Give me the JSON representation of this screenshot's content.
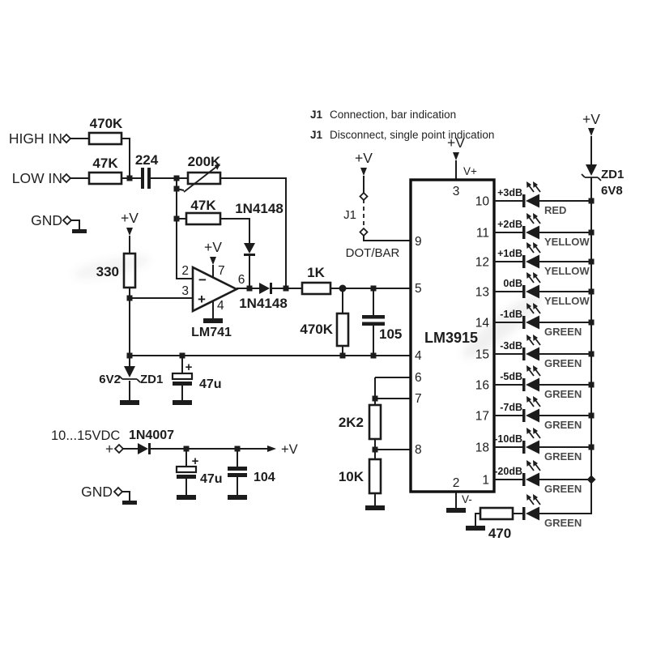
{
  "symbols": {
    "vcc": "+V",
    "plus": "+",
    "minus": "−"
  },
  "legend": {
    "row1": {
      "ref": "J1",
      "text": "Connection, bar indication"
    },
    "row2": {
      "ref": "J1",
      "text": "Disconnect, single point indication"
    }
  },
  "inputs": {
    "high": {
      "label": "HIGH IN",
      "resistor": "470K"
    },
    "low": {
      "label": "LOW IN",
      "resistor": "47K"
    },
    "coupling_cap": "224",
    "gnd": "GND"
  },
  "preamp": {
    "pot": "200K",
    "feedback_resistor": "47K",
    "feedback_diode": "1N4148",
    "opamp": {
      "name": "LM741",
      "pin_inv": "2",
      "pin_noninv": "3",
      "pin_vcc": "7",
      "pin_gnd": "4",
      "pin_out": "6"
    },
    "output_diode": "1N4148",
    "output_resistor": "1K",
    "bias_resistor": "330",
    "ref_zener": {
      "value": "6V2",
      "ref": "ZD1"
    },
    "ref_cap": "47u",
    "filter_resistor": "470K",
    "filter_cap": "105"
  },
  "jumper": {
    "ref": "J1",
    "mode_label": "DOT/BAR"
  },
  "ic": {
    "name": "LM3915",
    "pin_vplus": "3",
    "vplus_label": "V+",
    "pin_mode": "9",
    "pin_signal": "5",
    "pin_rlo": "4",
    "pin_rhi": "6",
    "pin_ref": "7",
    "pin_adj": "8",
    "pin_vminus": "2",
    "vminus_label": "V-",
    "right_pins": [
      "10",
      "11",
      "12",
      "13",
      "14",
      "15",
      "16",
      "17",
      "18",
      "1"
    ]
  },
  "divider": {
    "upper": "2K2",
    "lower": "10K"
  },
  "leds": [
    {
      "db": "+3dB",
      "color": "RED"
    },
    {
      "db": "+2dB",
      "color": "YELLOW"
    },
    {
      "db": "+1dB",
      "color": "YELLOW"
    },
    {
      "db": "0dB",
      "color": "YELLOW"
    },
    {
      "db": "-1dB",
      "color": "GREEN"
    },
    {
      "db": "-3dB",
      "color": "GREEN"
    },
    {
      "db": "-5dB",
      "color": "GREEN"
    },
    {
      "db": "-7dB",
      "color": "GREEN"
    },
    {
      "db": "-10dB",
      "color": "GREEN"
    },
    {
      "db": "-20dB",
      "color": "GREEN"
    }
  ],
  "led_rail": {
    "zener_ref": "ZD1",
    "zener_value": "6V8"
  },
  "power_led": {
    "resistor": "470",
    "color": "GREEN"
  },
  "supply": {
    "range": "10...15VDC",
    "diode": "1N4007",
    "cap1": "47u",
    "cap2": "104",
    "gnd": "GND"
  }
}
